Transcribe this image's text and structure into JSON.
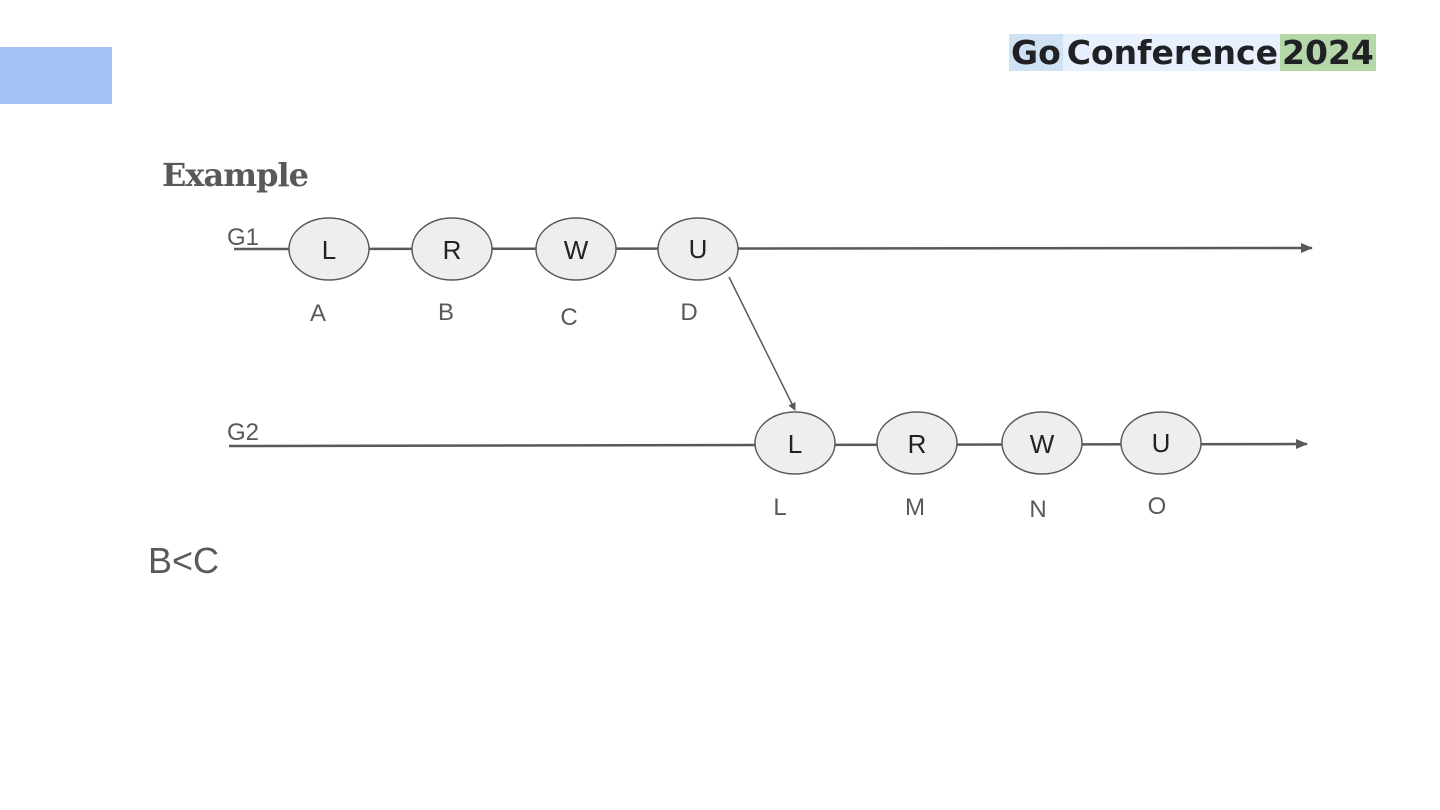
{
  "logo": {
    "part1": "Go",
    "part2": "Conference",
    "part3": "2024"
  },
  "title": "Example",
  "diagram": {
    "timelines": [
      {
        "label": "G1",
        "nodes": [
          {
            "op": "L",
            "label": "A"
          },
          {
            "op": "R",
            "label": "B"
          },
          {
            "op": "W",
            "label": "C"
          },
          {
            "op": "U",
            "label": "D"
          }
        ]
      },
      {
        "label": "G2",
        "nodes": [
          {
            "op": "L",
            "label": "L"
          },
          {
            "op": "R",
            "label": "M"
          },
          {
            "op": "W",
            "label": "N"
          },
          {
            "op": "U",
            "label": "O"
          }
        ]
      }
    ],
    "edges": [
      {
        "from": "D",
        "to": "L"
      }
    ]
  },
  "note": "B<C",
  "colors": {
    "accent_block": "#a4c2f4",
    "node_fill": "#eeeeee",
    "line": "#595959",
    "text": "#595959"
  }
}
